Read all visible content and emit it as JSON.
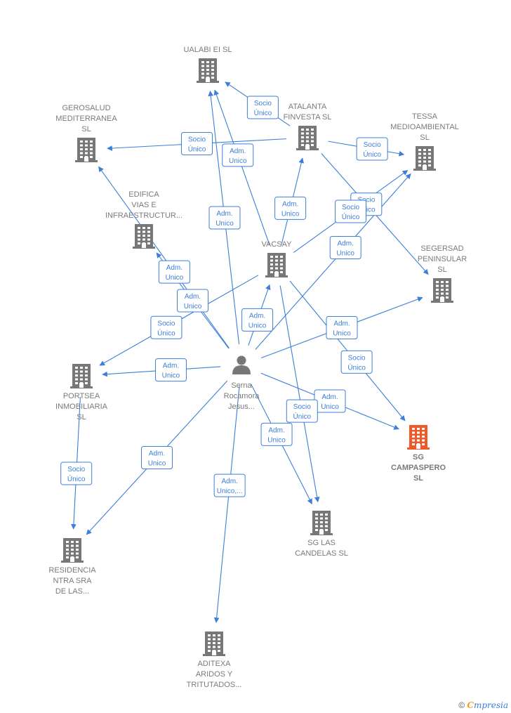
{
  "colors": {
    "edge": "#3d7fd8",
    "company": "#777777",
    "highlight": "#f05a28",
    "person": "#777777"
  },
  "nodes": [
    {
      "id": "ualabi",
      "kind": "company",
      "label": [
        "UALABI EI  SL"
      ]
    },
    {
      "id": "atalanta",
      "kind": "company",
      "label": [
        "ATALANTA",
        "FINVESTA  SL"
      ]
    },
    {
      "id": "gerosalud",
      "kind": "company",
      "label": [
        "GEROSALUD",
        "MEDITERRANEA",
        "SL"
      ]
    },
    {
      "id": "tessa",
      "kind": "company",
      "label": [
        "TESSA",
        "MEDIOAMBIENTAL",
        "SL"
      ]
    },
    {
      "id": "edifica",
      "kind": "company",
      "label": [
        "EDIFICA",
        "VIAS E",
        "INFRAESTRUCTUR..."
      ]
    },
    {
      "id": "vacsay",
      "kind": "company",
      "label": [
        "VACSAY"
      ]
    },
    {
      "id": "segersad",
      "kind": "company",
      "label": [
        "SEGERSAD",
        "PENINSULAR",
        "SL"
      ]
    },
    {
      "id": "portsea",
      "kind": "company",
      "label": [
        "PORTSEA",
        "INMOBILIARIA",
        "SL"
      ]
    },
    {
      "id": "person",
      "kind": "person",
      "label": [
        "Serna",
        "Rocamora",
        "Jesus..."
      ]
    },
    {
      "id": "sgcampaspero",
      "kind": "highlight",
      "label": [
        "SG",
        "CAMPASPERO",
        "SL"
      ]
    },
    {
      "id": "residencia",
      "kind": "company",
      "label": [
        "RESIDENCIA",
        "NTRA SRA",
        "DE LAS..."
      ]
    },
    {
      "id": "sglascandelas",
      "kind": "company",
      "label": [
        "SG LAS",
        "CANDELAS  SL"
      ]
    },
    {
      "id": "aditexa",
      "kind": "company",
      "label": [
        "ADITEXA",
        "ARIDOS Y",
        "TRITUTADOS..."
      ]
    }
  ],
  "edges": [
    {
      "from": "atalanta",
      "to": "ualabi",
      "label": [
        "Socio",
        "Único"
      ]
    },
    {
      "from": "atalanta",
      "to": "gerosalud",
      "label": [
        "Socio",
        "Único"
      ]
    },
    {
      "from": "atalanta",
      "to": "tessa",
      "label": [
        "Socio",
        "Único"
      ]
    },
    {
      "from": "atalanta",
      "to": "segersad",
      "label": [
        "Socio",
        "Único"
      ]
    },
    {
      "from": "person",
      "to": "ualabi",
      "label": [
        "Adm.",
        "Unico"
      ]
    },
    {
      "from": "vacsay",
      "to": "ualabi",
      "label": [
        "Adm.",
        "Unico"
      ]
    },
    {
      "from": "vacsay",
      "to": "atalanta",
      "label": [
        "Adm.",
        "Unico"
      ]
    },
    {
      "from": "vacsay",
      "to": "tessa",
      "label": [
        "Socio",
        "Único"
      ]
    },
    {
      "from": "person",
      "to": "tessa",
      "label": [
        "Adm.",
        "Unico"
      ]
    },
    {
      "from": "person",
      "to": "gerosalud",
      "label": [
        "Adm.",
        "Unico"
      ]
    },
    {
      "from": "person",
      "to": "edifica",
      "label": [
        "Adm.",
        "Unico"
      ]
    },
    {
      "from": "vacsay",
      "to": "portsea",
      "label": [
        "Socio",
        "Único"
      ]
    },
    {
      "from": "person",
      "to": "vacsay",
      "label": [
        "Adm.",
        "Unico"
      ]
    },
    {
      "from": "person",
      "to": "segersad",
      "label": [
        "Adm.",
        "Unico"
      ]
    },
    {
      "from": "vacsay",
      "to": "sgcampaspero",
      "label": [
        "Socio",
        "Único"
      ]
    },
    {
      "from": "person",
      "to": "portsea",
      "label": [
        "Adm.",
        "Unico"
      ]
    },
    {
      "from": "person",
      "to": "sgcampaspero",
      "label": [
        "Adm.",
        "Unico"
      ]
    },
    {
      "from": "vacsay",
      "to": "sglascandelas",
      "label": [
        "Socio",
        "Único"
      ]
    },
    {
      "from": "person",
      "to": "sglascandelas",
      "label": [
        "Adm.",
        "Unico"
      ]
    },
    {
      "from": "person",
      "to": "residencia",
      "label": [
        "Adm.",
        "Unico"
      ]
    },
    {
      "from": "portsea",
      "to": "residencia",
      "label": [
        "Socio",
        "Único"
      ]
    },
    {
      "from": "person",
      "to": "aditexa",
      "label": [
        "Adm.",
        "Unico,..."
      ]
    }
  ],
  "footer": {
    "copyright": "©",
    "brand_initial": "C",
    "brand_rest": "mpresia"
  }
}
